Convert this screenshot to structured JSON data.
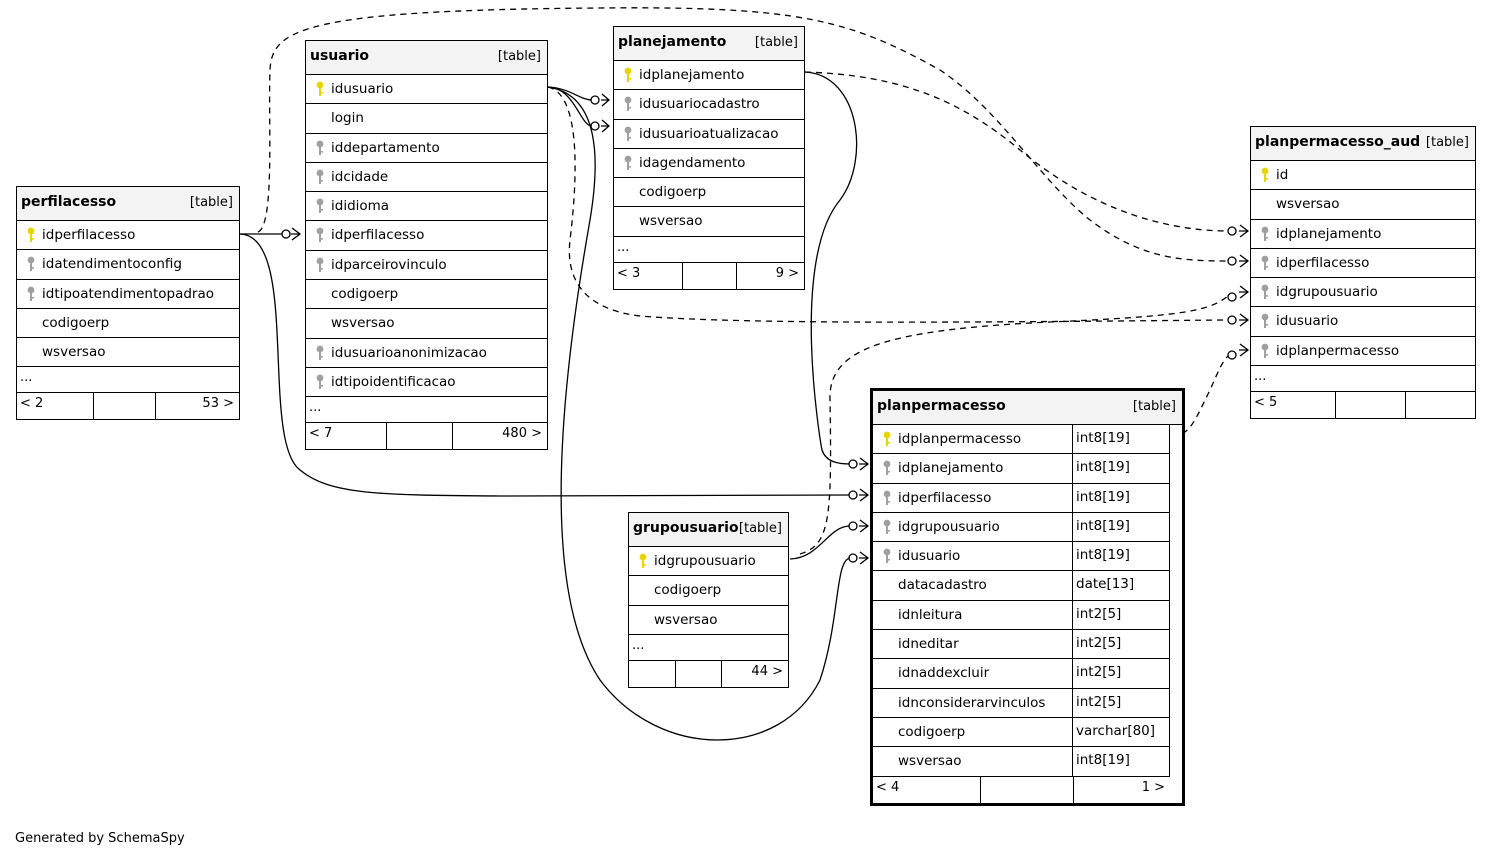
{
  "caption": "Generated by SchemaSpy",
  "tables": {
    "usuario": {
      "name": "usuario",
      "type": "[table]",
      "columns": [
        "idusuario",
        "login",
        "iddepartamento",
        "idcidade",
        "ididioma",
        "idperfilacesso",
        "idparceirovinculo",
        "codigoerp",
        "wsversao",
        "idusuarioanonimizacao",
        "idtipoidentificacao"
      ],
      "more": "...",
      "parents": "< 7",
      "children": "480 >"
    },
    "planejamento": {
      "name": "planejamento",
      "type": "[table]",
      "columns": [
        "idplanejamento",
        "idusuariocadastro",
        "idusuarioatualizacao",
        "idagendamento",
        "codigoerp",
        "wsversao"
      ],
      "more": "...",
      "parents": "< 3",
      "children": "9 >"
    },
    "perfilacesso": {
      "name": "perfilacesso",
      "type": "[table]",
      "columns": [
        "idperfilacesso",
        "idatendimentoconfig",
        "idtipoatendimentopadrao",
        "codigoerp",
        "wsversao"
      ],
      "more": "...",
      "parents": "< 2",
      "children": "53 >"
    },
    "planpermacesso_aud": {
      "name": "planpermacesso_aud",
      "type": "[table]",
      "columns": [
        "id",
        "wsversao",
        "idplanejamento",
        "idperfilacesso",
        "idgrupousuario",
        "idusuario",
        "idplanpermacesso"
      ],
      "more": "...",
      "parents": "< 5",
      "children": ""
    },
    "grupousuario": {
      "name": "grupousuario",
      "type": "[table]",
      "columns": [
        "idgrupousuario",
        "codigoerp",
        "wsversao"
      ],
      "more": "...",
      "parents": "",
      "children": "44 >"
    },
    "planpermacesso": {
      "name": "planpermacesso",
      "type": "[table]",
      "columns": [
        "idplanpermacesso",
        "idplanejamento",
        "idperfilacesso",
        "idgrupousuario",
        "idusuario",
        "datacadastro",
        "idnleitura",
        "idneditar",
        "idnaddexcluir",
        "idnconsiderarvinculos",
        "codigoerp",
        "wsversao"
      ],
      "types": [
        "int8[19]",
        "int8[19]",
        "int8[19]",
        "int8[19]",
        "int8[19]",
        "date[13]",
        "int2[5]",
        "int2[5]",
        "int2[5]",
        "int2[5]",
        "varchar[80]",
        "int8[19]"
      ],
      "parents": "< 4",
      "children": "1 >"
    }
  },
  "colors": {
    "primary_key": "#e8d400",
    "foreign_key": "#a0a0a0",
    "header_bg": "#f3f3f3"
  }
}
